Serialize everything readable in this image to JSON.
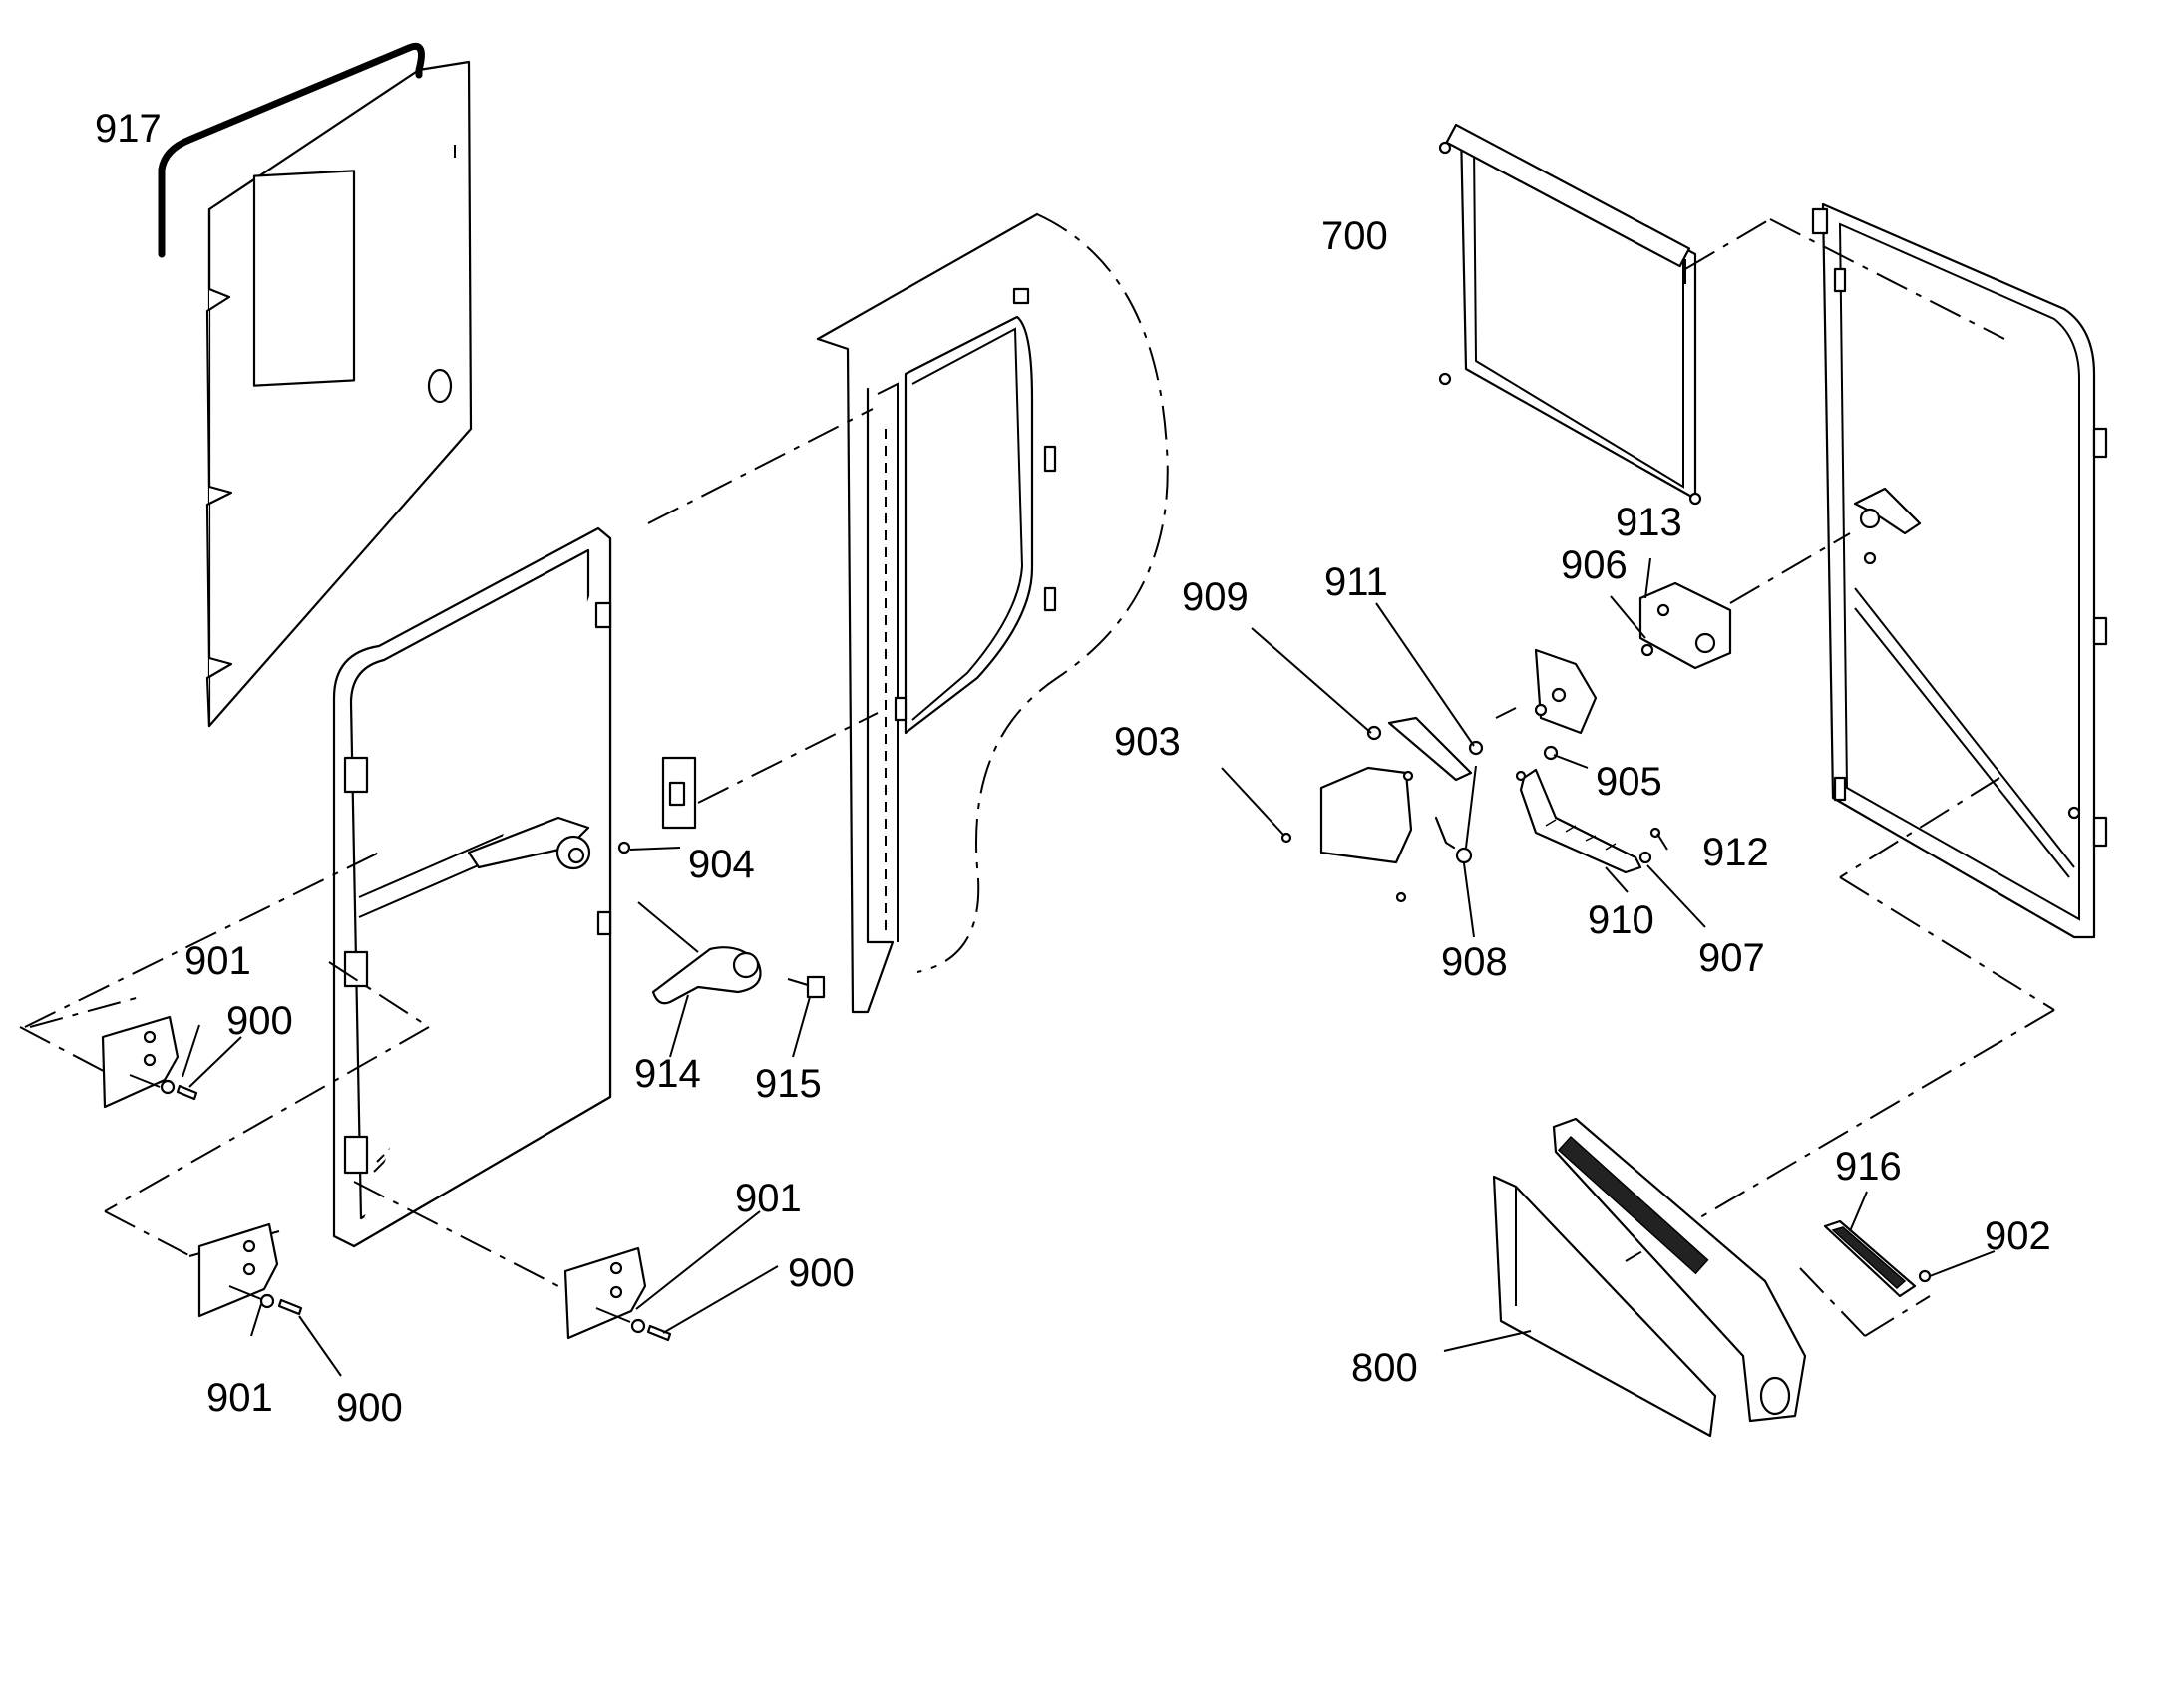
{
  "callouts": {
    "c917": "917",
    "c700": "700",
    "c913": "913",
    "c906": "906",
    "c909": "909",
    "c911": "911",
    "c903": "903",
    "c905": "905",
    "c904": "904",
    "c912": "912",
    "c910": "910",
    "c907": "907",
    "c908": "908",
    "c901a": "901",
    "c900a": "900",
    "c914": "914",
    "c915": "915",
    "c916": "916",
    "c902": "902",
    "c901b": "901",
    "c900b": "900",
    "c800": "800",
    "c901c": "901",
    "c900c": "900"
  }
}
